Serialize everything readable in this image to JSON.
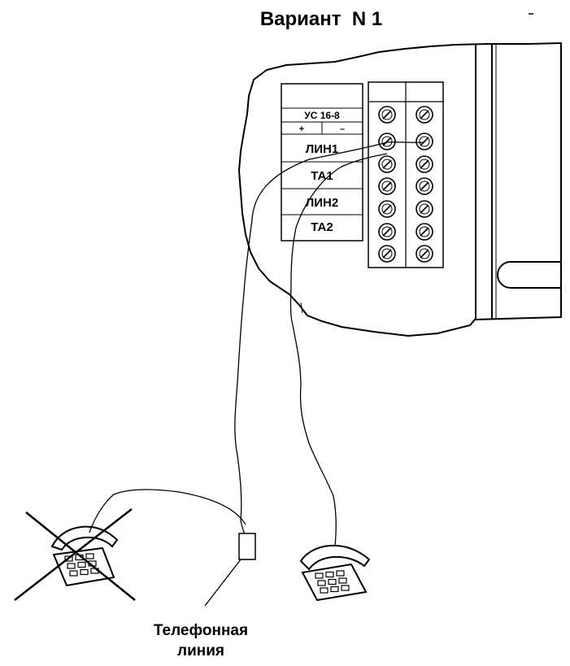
{
  "title": "Вариант  N 1",
  "device": {
    "model": "УС 16-8",
    "polarity_plus": "+",
    "polarity_minus": "–",
    "terminals": [
      "ЛИН1",
      "ТА1",
      "ЛИН2",
      "ТА2"
    ]
  },
  "caption": {
    "line1": "Телефонная",
    "line2": "линия"
  }
}
